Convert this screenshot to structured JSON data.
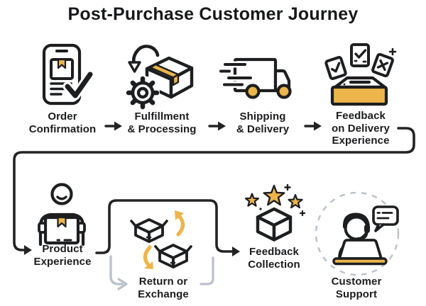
{
  "title": "Post-Purchase Customer Journey",
  "colors": {
    "accent": "#EDB54A",
    "ink": "#1D1E20",
    "line": "#232323",
    "muted": "#B9C0CA"
  },
  "nodes": {
    "order": {
      "label": "Order\nConfirmation",
      "icon": "smartphone-package-check-icon"
    },
    "fulfillment": {
      "label": "Fulfillment\n& Processing",
      "icon": "gear-and-box-icon"
    },
    "shipping": {
      "label": "Shipping\n& Delivery",
      "icon": "delivery-truck-icon"
    },
    "feedback_delivery": {
      "label": "Feedback\non Delivery\nExperience",
      "icon": "ballot-box-feedback-icon"
    },
    "product": {
      "label": "Product\nExperience",
      "icon": "person-holding-box-icon"
    },
    "return": {
      "label": "Return or\nExchange",
      "icon": "exchange-boxes-cycle-icon"
    },
    "feedback_collection": {
      "label": "Feedback\nCollection",
      "icon": "stars-and-cube-icon"
    },
    "support": {
      "label": "Customer\nSupport",
      "icon": "support-agent-headset-icon"
    }
  }
}
